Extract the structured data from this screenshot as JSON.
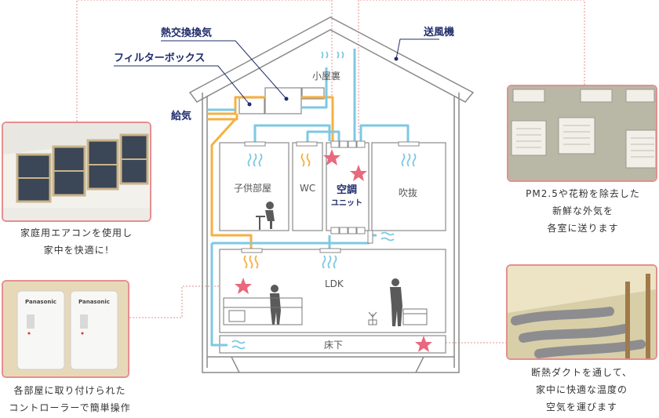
{
  "labels": {
    "heat_exchange": "熱交換換気",
    "filter_box": "フィルターボックス",
    "supply_air": "給気",
    "blower": "送風機",
    "attic": "小屋裏",
    "kids_room": "子供部屋",
    "wc": "WC",
    "ac_unit_line1": "空調",
    "ac_unit_line2": "ユニット",
    "atrium": "吹抜",
    "ldk": "LDK",
    "underfloor": "床下"
  },
  "captions": {
    "aircon": [
      "家庭用エアコンを使用し",
      "家中を快適に!"
    ],
    "controller": [
      "各部屋に取り付けられた",
      "コントローラーで簡単操作"
    ],
    "pm25": [
      "PM2.5や花粉を除去した",
      "新鮮な外気を",
      "各室に送ります"
    ],
    "duct": [
      "断熱ダクトを通して、",
      "家中に快適な温度の",
      "空気を運びます"
    ]
  },
  "controller_brand": "Panasonic",
  "colors": {
    "house_outline": "#8a8a8a",
    "duct_blue": "#7ec8e3",
    "duct_orange": "#f5b042",
    "accent_navy": "#1f2d6b",
    "star_pink": "#e8697d",
    "photo_border": "#e58f8f",
    "leader_line": "#e58f8f"
  }
}
